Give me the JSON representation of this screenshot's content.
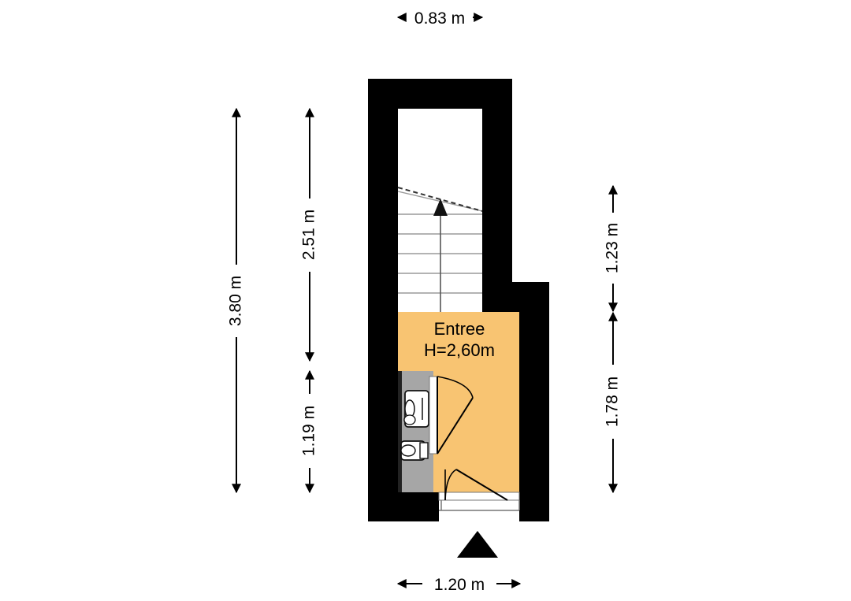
{
  "colors": {
    "wall": "#000000",
    "room_fill": "#f8c472",
    "stair_fill": "#ffffff",
    "fixture_fill": "#a6a6a6",
    "dimension_line": "#000000"
  },
  "room": {
    "name": "Entree",
    "height": "H=2,60m"
  },
  "dimensions": {
    "top_width": "0.83 m",
    "bottom_width": "1.20 m",
    "left_total": "3.80 m",
    "left_upper": "2.51 m",
    "left_lower": "1.19 m",
    "right_upper": "1.23 m",
    "right_lower": "1.78 m"
  },
  "icons": {
    "entrance": "entrance-arrow-icon",
    "stair_direction": "stair-arrow-icon"
  }
}
